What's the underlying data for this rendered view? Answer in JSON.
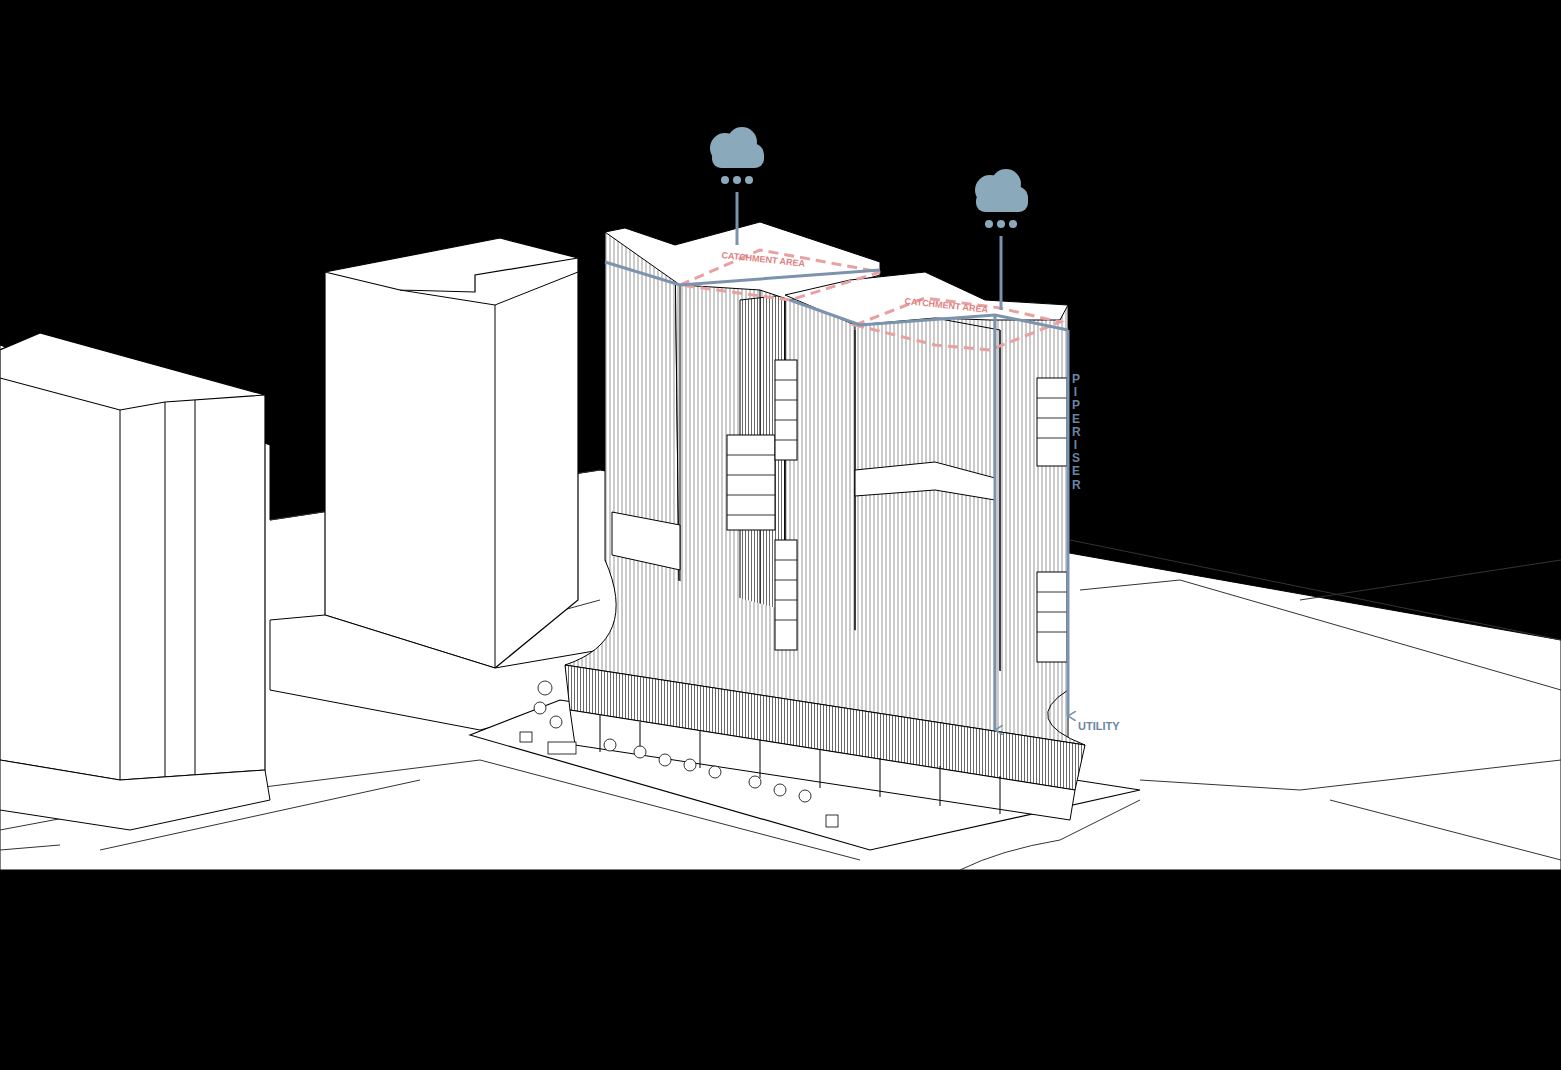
{
  "diagram": {
    "labels": [
      "CATCHMENT AREA",
      "CATCHMENT AREA",
      "PIPE RISER",
      "UTILITY"
    ]
  }
}
